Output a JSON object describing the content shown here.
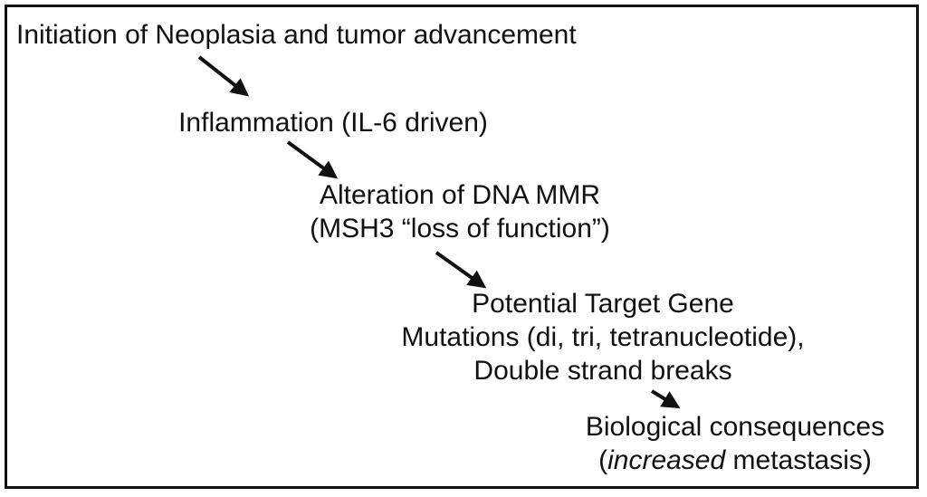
{
  "steps": [
    {
      "id": "initiation",
      "lines": [
        "Initiation of Neoplasia and tumor advancement"
      ]
    },
    {
      "id": "inflammation",
      "lines": [
        "Inflammation (IL-6 driven)"
      ]
    },
    {
      "id": "mmr",
      "lines": [
        "Alteration of DNA MMR",
        "(MSH3 “loss of function”)"
      ]
    },
    {
      "id": "target",
      "lines": [
        "Potential Target Gene",
        "Mutations (di, tri, tetranucleotide),",
        "Double strand breaks"
      ]
    },
    {
      "id": "consequences",
      "lines": [
        "Biological consequences"
      ],
      "last_line": {
        "emphasis": "increased",
        "rest": " metastasis)",
        "open": "("
      }
    }
  ],
  "colors": {
    "text": "#111111",
    "border": "#111111",
    "background": "#ffffff"
  }
}
